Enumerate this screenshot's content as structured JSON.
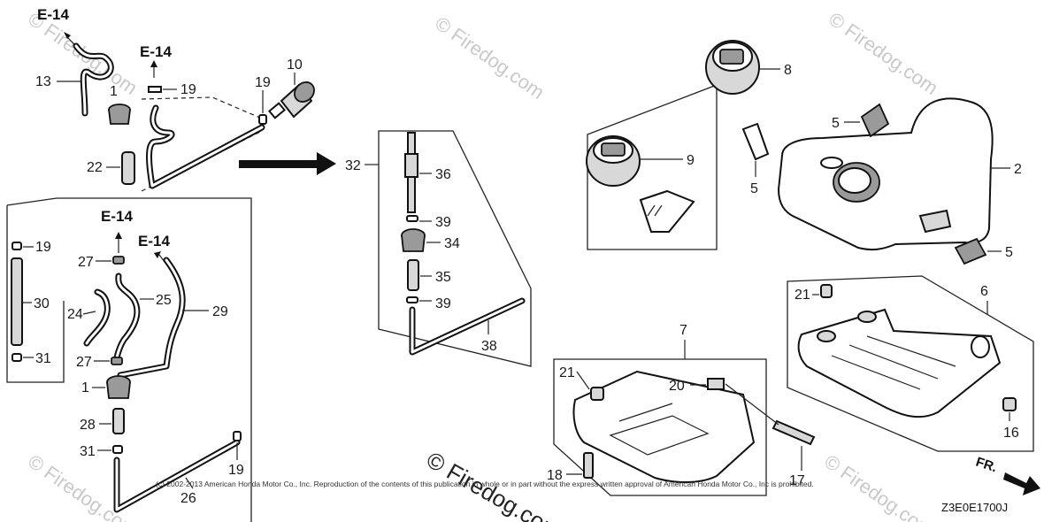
{
  "diagram": {
    "ref_labels": {
      "a": "E-14",
      "b": "E-14",
      "c": "E-14",
      "d": "E-14"
    },
    "callouts": {
      "n1a": "1",
      "n1b": "1",
      "n2": "2",
      "n5a": "5",
      "n5b": "5",
      "n5c": "5",
      "n6": "6",
      "n7": "7",
      "n8": "8",
      "n9": "9",
      "n10": "10",
      "n13": "13",
      "n16": "16",
      "n17": "17",
      "n18": "18",
      "n19a": "19",
      "n19b": "19",
      "n19c": "19",
      "n19d": "19",
      "n20": "20",
      "n21a": "21",
      "n21b": "21",
      "n22": "22",
      "n24": "24",
      "n25": "25",
      "n26": "26",
      "n27a": "27",
      "n27b": "27",
      "n28": "28",
      "n29": "29",
      "n30": "30",
      "n31a": "31",
      "n31b": "31",
      "n32": "32",
      "n34": "34",
      "n35": "35",
      "n36": "36",
      "n38": "38",
      "n39a": "39",
      "n39b": "39"
    },
    "front_marker": "FR.",
    "diagram_code": "Z3E0E1700J",
    "copyright": "(c) 2002-2013 American Honda Motor Co., Inc. Reproduction of the contents of this publication in whole or in part without the express written approval of American Honda Motor Co., Inc is prohibited.",
    "watermark": "© Firedog.com"
  },
  "colors": {
    "ink": "#111111",
    "watermark": "#c9c9c9",
    "part_fill": "#d8d8d8"
  }
}
